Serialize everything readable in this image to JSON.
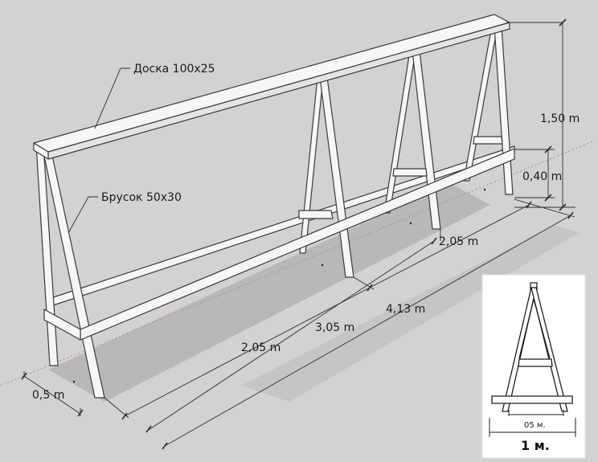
{
  "labels": {
    "board": "Доска 100х25",
    "bar": "Брусок 50х30",
    "height_total": "1,50 m",
    "height_low": "0,40 m",
    "width_base": "0,5 m",
    "seg_front_a": "2,05 m",
    "seg_mid": "3,05 m",
    "seg_right": "2,05 m",
    "total_length": "4,13 m"
  },
  "inset": {
    "small_label": "05 м.",
    "big_label": "1 м."
  },
  "colors": {
    "background": "#d2d2d2",
    "wood": "#f6f6f6",
    "outline": "#3a3a3a",
    "shadow": "#b6b6b6",
    "dim_line": "#2c2c2c"
  }
}
